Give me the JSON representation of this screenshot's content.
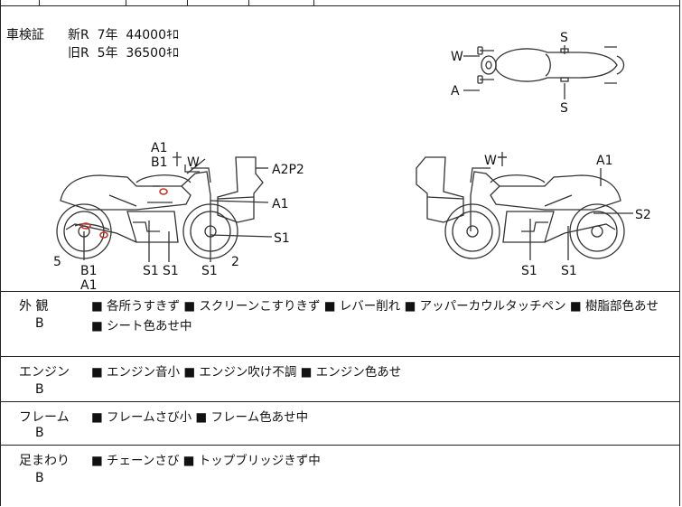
{
  "registration": {
    "label": "車検証",
    "lines": [
      "新R  7年  44000ｷﾛ",
      "旧R  5年  36500ｷﾛ"
    ]
  },
  "diagram_labels": {
    "top_view": [
      "W",
      "A",
      "S",
      "S"
    ],
    "left_view": [
      "A1",
      "B1",
      "W",
      "A2P2",
      "A1",
      "S1",
      "5",
      "B1",
      "A1",
      "S1",
      "S1",
      "S1",
      "2"
    ],
    "right_view": [
      "W",
      "A1",
      "S2",
      "S1",
      "S1"
    ]
  },
  "sections": [
    {
      "category": "外  観",
      "grade": "B",
      "text": "■ 各所うすきず ■ スクリーンこすりきず ■ レバー削れ ■ アッパーカウルタッチペン ■ 樹脂部色あせ ■ シート色あせ中"
    },
    {
      "category": "エンジン",
      "grade": "B",
      "text": "■ エンジン音小 ■ エンジン吹け不調 ■ エンジン色あせ"
    },
    {
      "category": "フレーム",
      "grade": "B",
      "text": "■ フレームさび小 ■ フレーム色あせ中"
    },
    {
      "category": "足まわり",
      "grade": "B",
      "text": "■ チェーンさび ■ トップブリッジきず中"
    }
  ]
}
